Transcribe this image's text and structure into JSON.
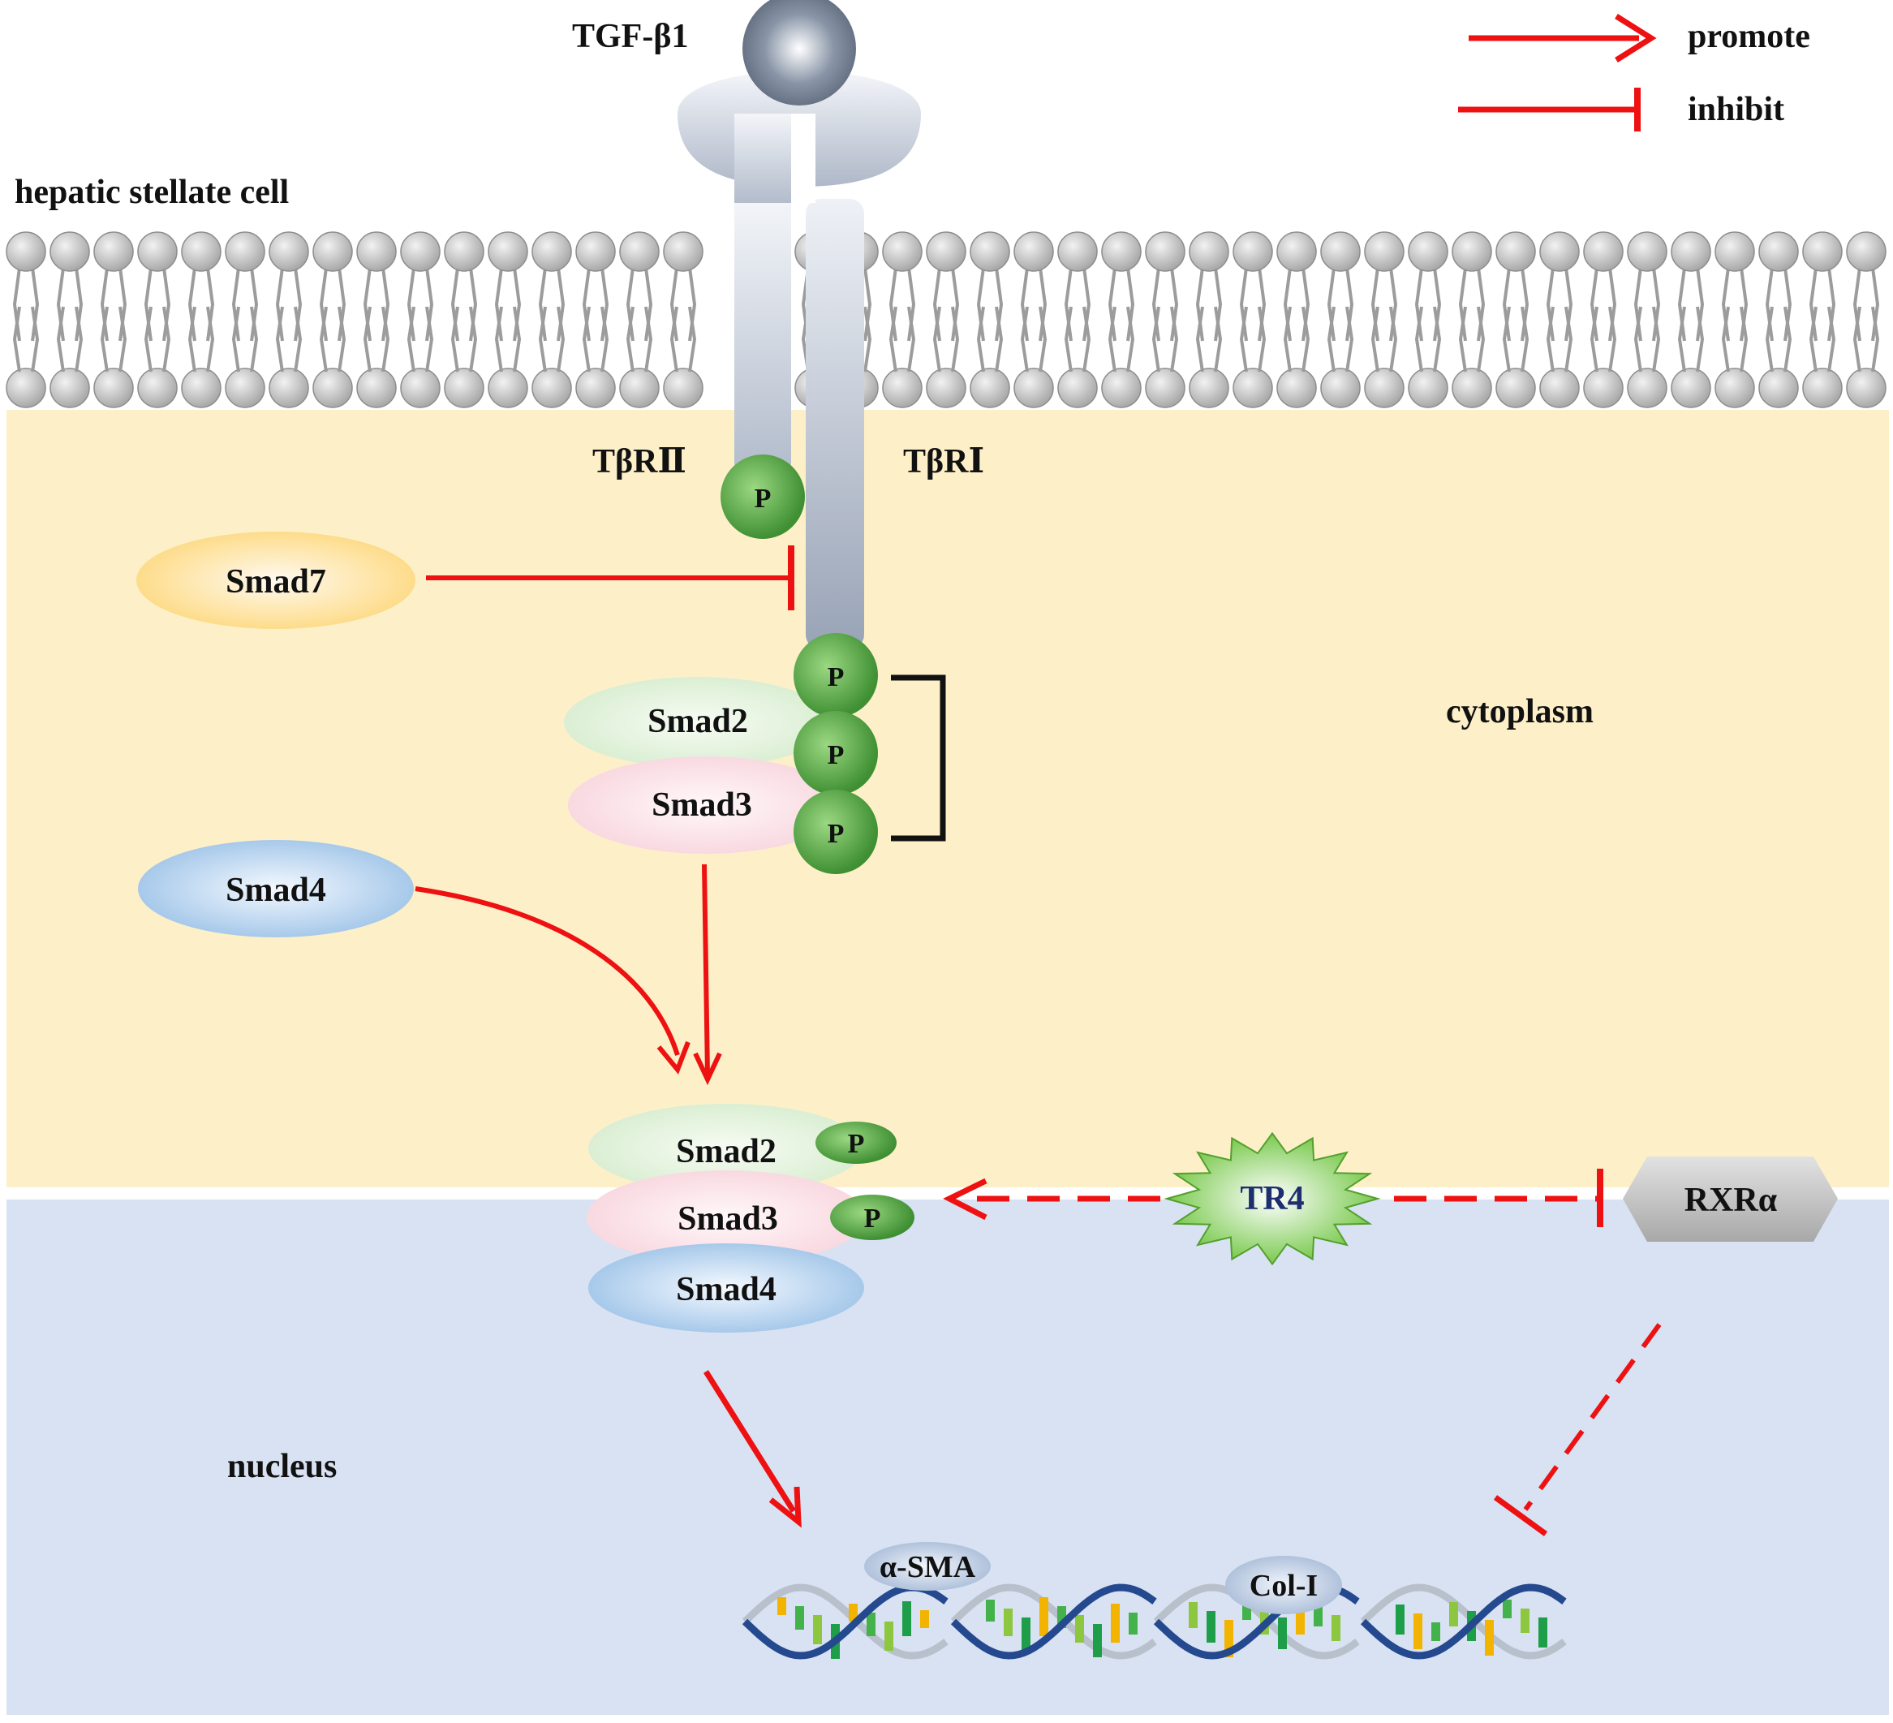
{
  "labels": {
    "ligand": "TGF-β1",
    "cell": "hepatic stellate cell",
    "receptor2": "TβRⅡ",
    "receptor1": "TβRⅠ",
    "cytoplasm": "cytoplasm",
    "nucleus": "nucleus"
  },
  "legend": {
    "promote": "promote",
    "inhibit": "inhibit"
  },
  "proteins": {
    "smad7": "Smad7",
    "smad4": "Smad4",
    "smad2": "Smad2",
    "smad3": "Smad3",
    "complex_smad2": "Smad2",
    "complex_smad3": "Smad3",
    "complex_smad4": "Smad4",
    "tr4": "TR4",
    "rxra": "RXRα"
  },
  "phospho_label": "P",
  "genes": {
    "gene1": "α-SMA",
    "gene2": "Col-I"
  },
  "colors": {
    "cytoplasm": "#fdf0c9",
    "nucleus": "#d8e2f2",
    "arrow": "#ee1111",
    "phospho": "#4aa63a",
    "receptor": "#aab4c6",
    "smad7": "#fde29a",
    "smad4": "#a9cbea",
    "smad2": "#dff0d8",
    "smad3": "#fbe1e6",
    "tr4": "#7ad14a",
    "rxra": "#c9c9c9"
  }
}
